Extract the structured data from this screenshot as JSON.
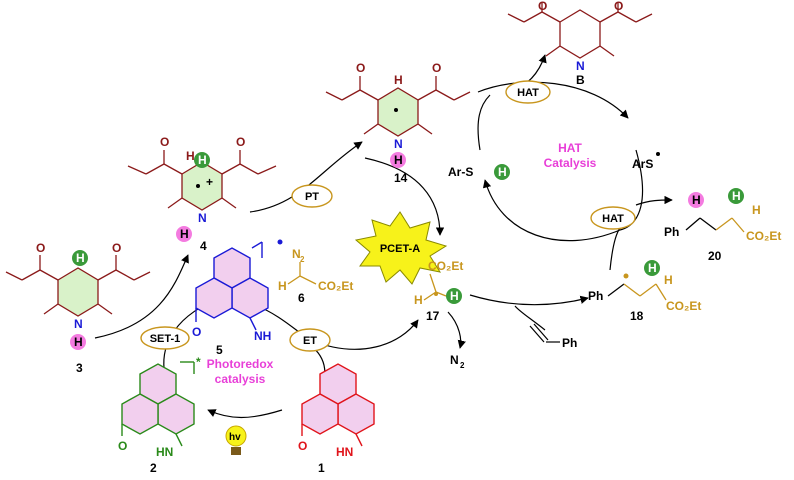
{
  "colors": {
    "dark_red": "#8b1a1a",
    "red": "#e0141b",
    "blue": "#1a1ad6",
    "green": "#2a8a1a",
    "gold": "#c8961e",
    "pink_label": "#e83fd8",
    "ring_fill_green": "#d9f2c9",
    "ring_fill_pink": "#f2cfee",
    "h_green": "#3a9a3a",
    "h_pink": "#f47be0",
    "oval_stroke": "#c8961e",
    "burst_fill": "#f7f21a"
  },
  "compounds": {
    "c1": "1",
    "c2": "2",
    "c3": "3",
    "c4": "4",
    "c5": "5",
    "c6": "6",
    "c14": "14",
    "c17": "17",
    "c18": "18",
    "c20": "20",
    "cB": "B"
  },
  "steps": {
    "set1": "SET-1",
    "pt": "PT",
    "et": "ET",
    "hat_top": "HAT",
    "hat_bottom": "HAT",
    "pcet": "PCET-A"
  },
  "cycles": {
    "photoredox_line1": "Photoredox",
    "photoredox_line2": "catalysis",
    "hat_line1": "HAT",
    "hat_line2": "Catalysis"
  },
  "atoms": {
    "H": "H",
    "N": "N",
    "O": "O",
    "NH": "NH",
    "HN": "HN",
    "N2_label": "N",
    "N2_sub": "2",
    "CO2Et": "CO₂Et",
    "ArSH": "Ar-S",
    "ArS": "ArS",
    "Ph": "Ph",
    "hv": "hv",
    "star": "*",
    "plus": "+"
  }
}
